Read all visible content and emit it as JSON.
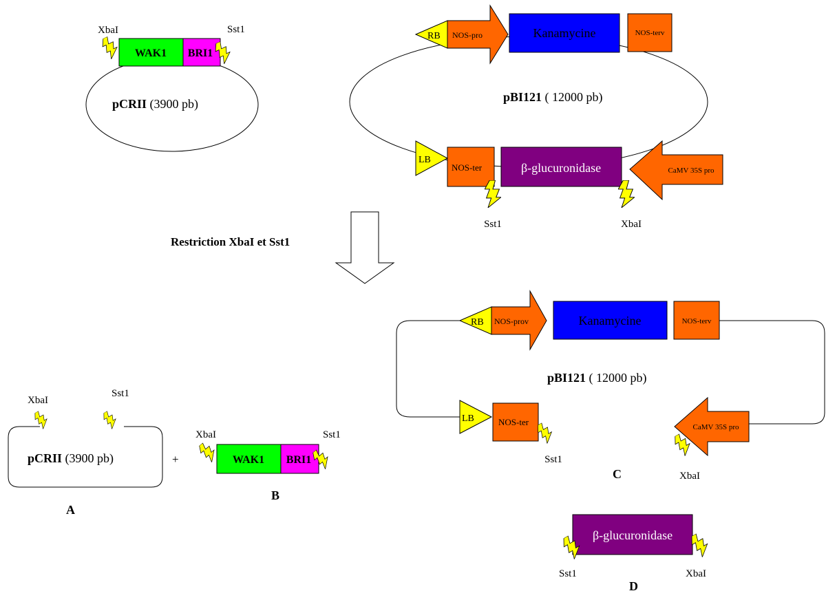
{
  "colors": {
    "wak1": "#00ff00",
    "bri1": "#ff00ff",
    "promoter": "#ff6600",
    "kanamycine": "#0000ff",
    "gus": "#800080",
    "border": "#ffff00",
    "bolt": "#ffff00"
  },
  "plasmid_pcrii": {
    "name_bold": "pCRII",
    "name_rest": " (3900 pb)",
    "site_left": "XbaI",
    "site_right": "Sst1",
    "gene_wak1": "WAK1",
    "gene_bri1": "BRI1"
  },
  "plasmid_pbi121": {
    "name_bold": "pBI121",
    "name_rest": " ( 12000 pb)",
    "rb": "RB",
    "lb": "LB",
    "nos_pro": "NOS-pro",
    "kanamycine": "Kanamycine",
    "nos_terv": "NOS-terv",
    "nos_ter": "NOS-ter",
    "gus": "β-glucuronidase",
    "camv": "CaMV 35S pro",
    "site_sst1": "Sst1",
    "site_xbai": "XbaI"
  },
  "step_label": "Restriction XbaI  et Sst1",
  "product_a": {
    "letter": "A",
    "name_bold": "pCRII",
    "name_rest": " (3900 pb)",
    "site_left": "XbaI",
    "site_right": "Sst1"
  },
  "plus": "+",
  "product_b": {
    "letter": "B",
    "site_left": "XbaI",
    "site_right": "Sst1",
    "gene_wak1": "WAK1",
    "gene_bri1": "BRI1"
  },
  "product_c": {
    "letter": "C",
    "name_bold": "pBI121",
    "name_rest": " ( 12000 pb)",
    "rb": "RB",
    "lb": "LB",
    "nos_prov": "NOS-prov",
    "kanamycine": "Kanamycine",
    "nos_terv": "NOS-terv",
    "nos_ter": "NOS-ter",
    "camv": "CaMV 35S pro",
    "site_sst1": "Sst1",
    "site_xbai": "XbaI"
  },
  "product_d": {
    "letter": "D",
    "gus": "β-glucuronidase",
    "site_left": "Sst1",
    "site_right": "XbaI"
  }
}
